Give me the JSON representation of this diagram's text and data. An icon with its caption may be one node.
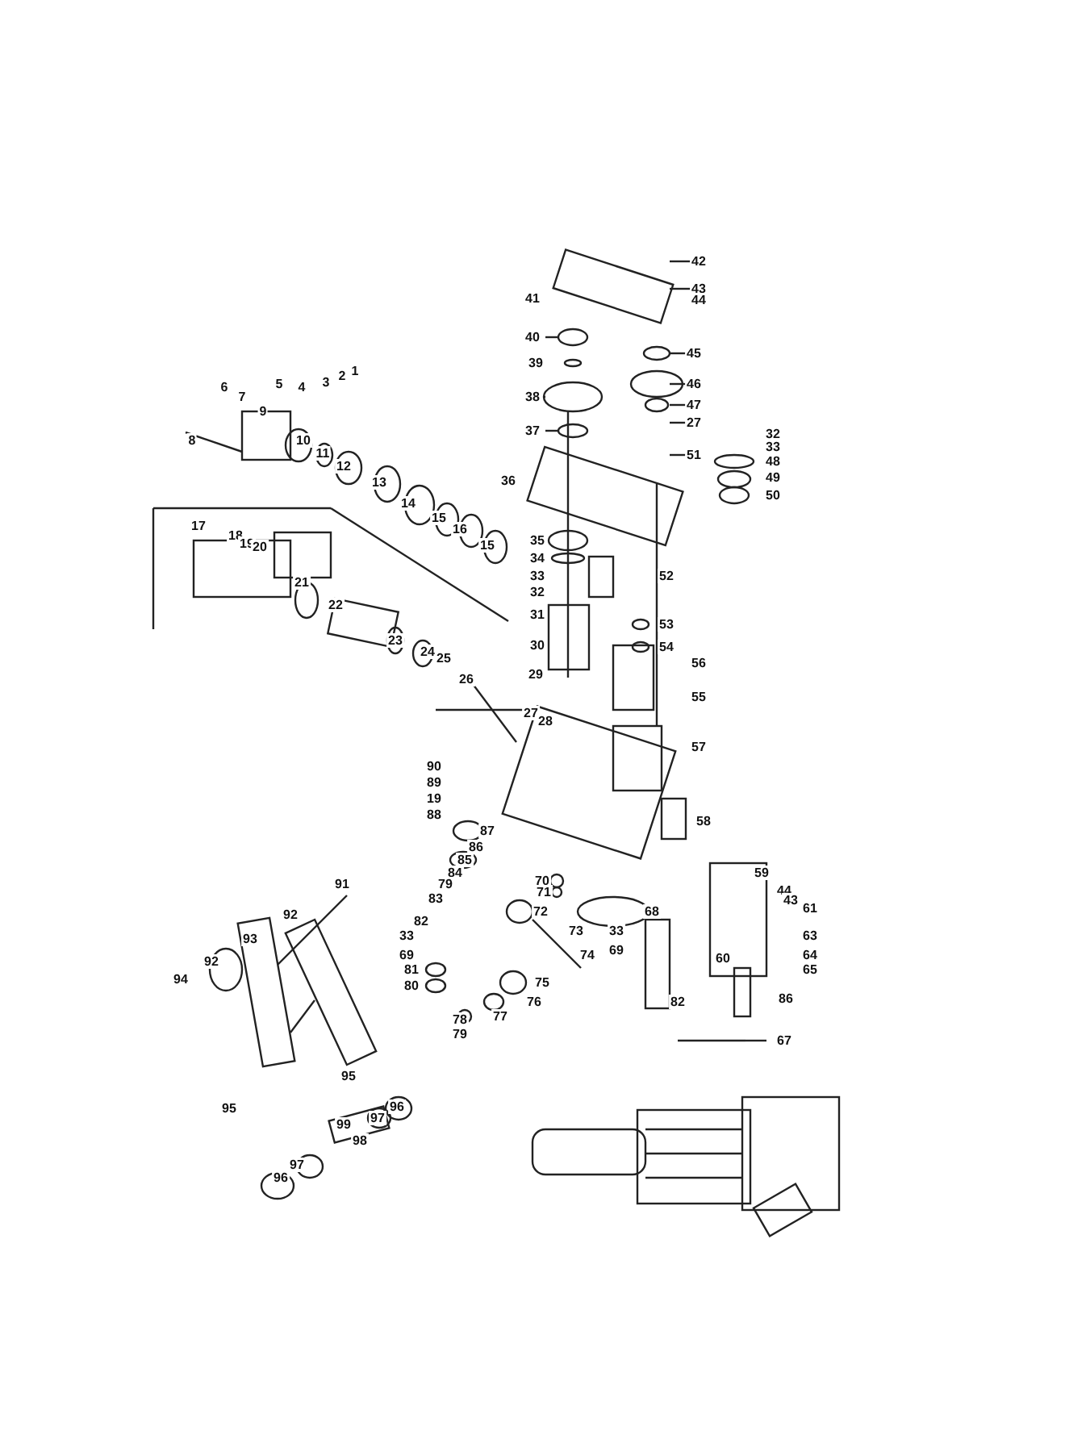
{
  "diagram": {
    "labels": [
      "42",
      "43",
      "44",
      "41",
      "40",
      "45",
      "39",
      "46",
      "38",
      "47",
      "6",
      "7",
      "5",
      "4",
      "3",
      "2",
      "1",
      "37",
      "27",
      "9",
      "10",
      "11",
      "51",
      "32",
      "33",
      "12",
      "48",
      "8",
      "36",
      "49",
      "13",
      "50",
      "14",
      "15",
      "16",
      "15",
      "17",
      "35",
      "18",
      "19",
      "20",
      "34",
      "52",
      "33",
      "32",
      "31",
      "21",
      "22",
      "53",
      "30",
      "54",
      "23",
      "24",
      "25",
      "26",
      "56",
      "29",
      "55",
      "27",
      "28",
      "57",
      "90",
      "89",
      "19",
      "88",
      "58",
      "87",
      "86",
      "85",
      "84",
      "79",
      "59",
      "70",
      "44",
      "43",
      "91",
      "71",
      "83",
      "61",
      "72",
      "68",
      "92",
      "93",
      "82",
      "73",
      "33",
      "33",
      "69",
      "69",
      "63",
      "74",
      "60",
      "94",
      "92",
      "64",
      "65",
      "81",
      "80",
      "75",
      "86",
      "76",
      "82",
      "77",
      "78",
      "79",
      "67",
      "95",
      "95",
      "96",
      "97",
      "98",
      "99",
      "96",
      "97"
    ]
  }
}
